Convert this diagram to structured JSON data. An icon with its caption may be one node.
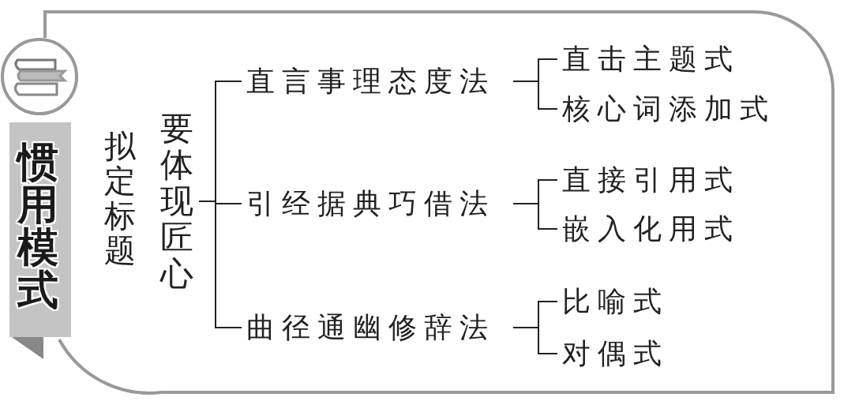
{
  "diagram": {
    "title": "惯用模式",
    "nodes": [
      {
        "text": [
          "要体现匠心"
        ]
      },
      {
        "text": [
          "直言事理态度法"
        ]
      },
      {
        "text": [
          "引经据典巧借法"
        ]
      },
      {
        "text": [
          "曲径通幽修辞法"
        ]
      },
      {
        "text": [
          "直击主题式"
        ]
      },
      {
        "text": [
          "核心词添加式"
        ]
      },
      {
        "text": [
          "直接引用式"
        ]
      },
      {
        "text": [
          "嵌入化用式"
        ]
      },
      {
        "text": [
          "比喻式"
        ]
      },
      {
        "text": [
          "对偶式"
        ]
      }
    ],
    "edges": [
      {
        "from": 0,
        "to": 1,
        "arrow": "none"
      },
      {
        "from": 0,
        "to": 2,
        "arrow": "none"
      },
      {
        "from": 0,
        "to": 3,
        "arrow": "none"
      },
      {
        "from": 1,
        "to": 4,
        "arrow": "none"
      },
      {
        "from": 1,
        "to": 5,
        "arrow": "none"
      },
      {
        "from": 2,
        "to": 6,
        "arrow": "none"
      },
      {
        "from": 2,
        "to": 7,
        "arrow": "none"
      },
      {
        "from": 3,
        "to": 8,
        "arrow": "none"
      },
      {
        "from": 3,
        "to": 9,
        "arrow": "none"
      }
    ],
    "labels": [
      "拟定标题"
    ]
  }
}
